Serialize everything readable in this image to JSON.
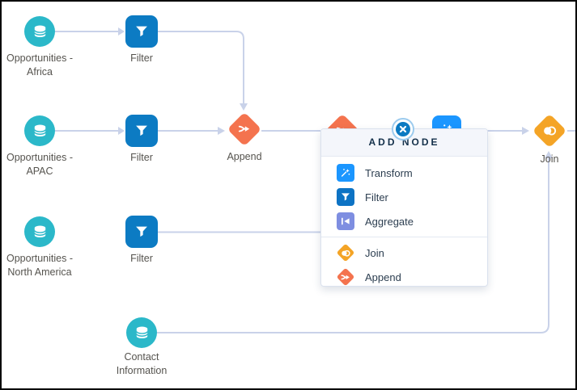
{
  "app": {
    "view": "Dataflow canvas"
  },
  "colors": {
    "dataset_teal": "#2BB8C9",
    "filter_blue": "#0C7BC3",
    "append_orange": "#F4734E",
    "join_yellow": "#F4A426",
    "transform_blue": "#1B96FF",
    "aggregate_indigo": "#7E8EE1",
    "connector_line": "#C9D2E9",
    "popup_header_bg": "#F4F6FB",
    "label_text": "#55534E",
    "close_button_blue": "#0B7AC2"
  },
  "nodes": {
    "opp_africa": {
      "type": "dataset",
      "icon": "database-icon",
      "label": "Opportunities -\nAfrica"
    },
    "filter_africa": {
      "type": "filter",
      "icon": "filter-icon",
      "label": "Filter"
    },
    "opp_apac": {
      "type": "dataset",
      "icon": "database-icon",
      "label": "Opportunities -\nAPAC"
    },
    "filter_apac": {
      "type": "filter",
      "icon": "filter-icon",
      "label": "Filter"
    },
    "append": {
      "type": "append",
      "icon": "append-icon",
      "label": "Append"
    },
    "opp_na": {
      "type": "dataset",
      "icon": "database-icon",
      "label": "Opportunities -\nNorth America"
    },
    "filter_na": {
      "type": "filter",
      "icon": "filter-icon",
      "label": "Filter"
    },
    "contact": {
      "type": "dataset",
      "icon": "database-icon",
      "label": "Contact\nInformation"
    },
    "join": {
      "type": "join",
      "icon": "join-icon",
      "label": "Join"
    },
    "hidden_append": {
      "type": "append",
      "icon": "append-icon",
      "label": ""
    },
    "hidden_transform": {
      "type": "transform",
      "icon": "transform-icon",
      "label": ""
    }
  },
  "popup": {
    "title": "ADD NODE",
    "close_icon": "close-icon",
    "items": [
      {
        "label": "Transform",
        "icon": "transform-icon",
        "color": "#1B96FF",
        "shape": "square"
      },
      {
        "label": "Filter",
        "icon": "filter-icon",
        "color": "#0D73C4",
        "shape": "square"
      },
      {
        "label": "Aggregate",
        "icon": "aggregate-icon",
        "color": "#7E8EE1",
        "shape": "square"
      },
      {
        "label": "Join",
        "icon": "join-icon",
        "color": "#F4A426",
        "shape": "diamond"
      },
      {
        "label": "Append",
        "icon": "append-icon",
        "color": "#F4734E",
        "shape": "diamond"
      }
    ]
  }
}
